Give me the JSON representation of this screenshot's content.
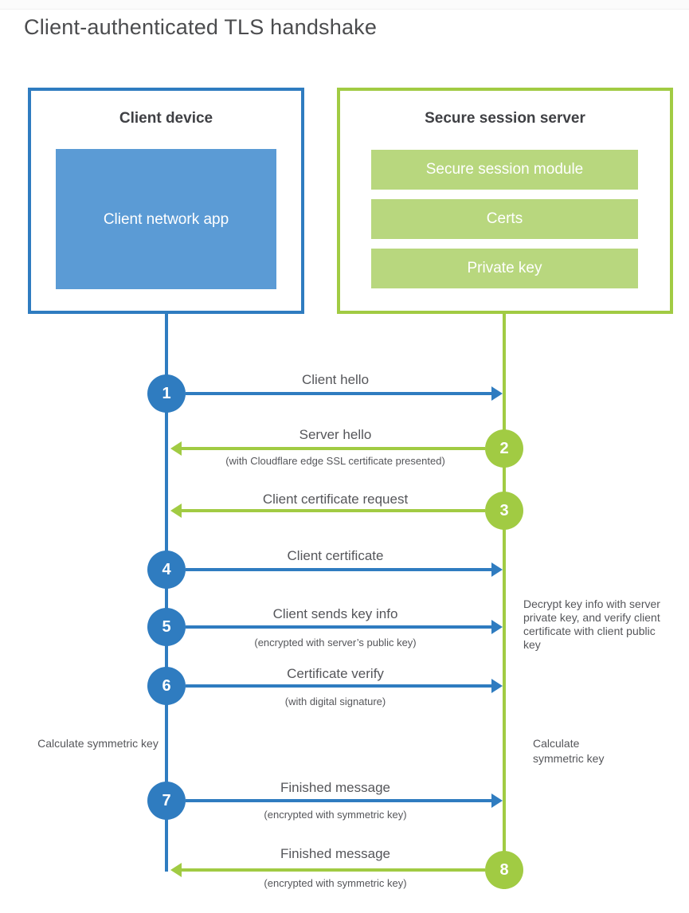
{
  "page": {
    "title": "Client-authenticated TLS handshake"
  },
  "colors": {
    "blue": "#2f7cc0",
    "blue_fill": "#5b9bd5",
    "green": "#a1cb43",
    "green_fill": "#b8d77e"
  },
  "client_box": {
    "title": "Client device",
    "app": "Client network app"
  },
  "server_box": {
    "title": "Secure session server",
    "modules": [
      "Secure session module",
      "Certs",
      "Private key"
    ]
  },
  "steps": [
    {
      "number": "1",
      "from": "client",
      "direction": "right",
      "label": "Client hello",
      "sublabel": ""
    },
    {
      "number": "2",
      "from": "server",
      "direction": "left",
      "label": "Server hello",
      "sublabel": "(with Cloudflare edge SSL certificate presented)"
    },
    {
      "number": "3",
      "from": "server",
      "direction": "left",
      "label": "Client certificate request",
      "sublabel": ""
    },
    {
      "number": "4",
      "from": "client",
      "direction": "right",
      "label": "Client certificate",
      "sublabel": ""
    },
    {
      "number": "5",
      "from": "client",
      "direction": "right",
      "label": "Client sends key info",
      "sublabel": "(encrypted with server’s public key)"
    },
    {
      "number": "6",
      "from": "client",
      "direction": "right",
      "label": "Certificate verify",
      "sublabel": "(with digital signature)"
    },
    {
      "number": "7",
      "from": "client",
      "direction": "right",
      "label": "Finished message",
      "sublabel": "(encrypted with symmetric key)"
    },
    {
      "number": "8",
      "from": "server",
      "direction": "left",
      "label": "Finished message",
      "sublabel": "(encrypted with symmetric key)"
    }
  ],
  "annotations": {
    "server_note": "Decrypt key info with server private key, and verify client certificate with client public key",
    "client_calc": "Calculate symmetric key",
    "server_calc": "Calculate symmetric key"
  }
}
